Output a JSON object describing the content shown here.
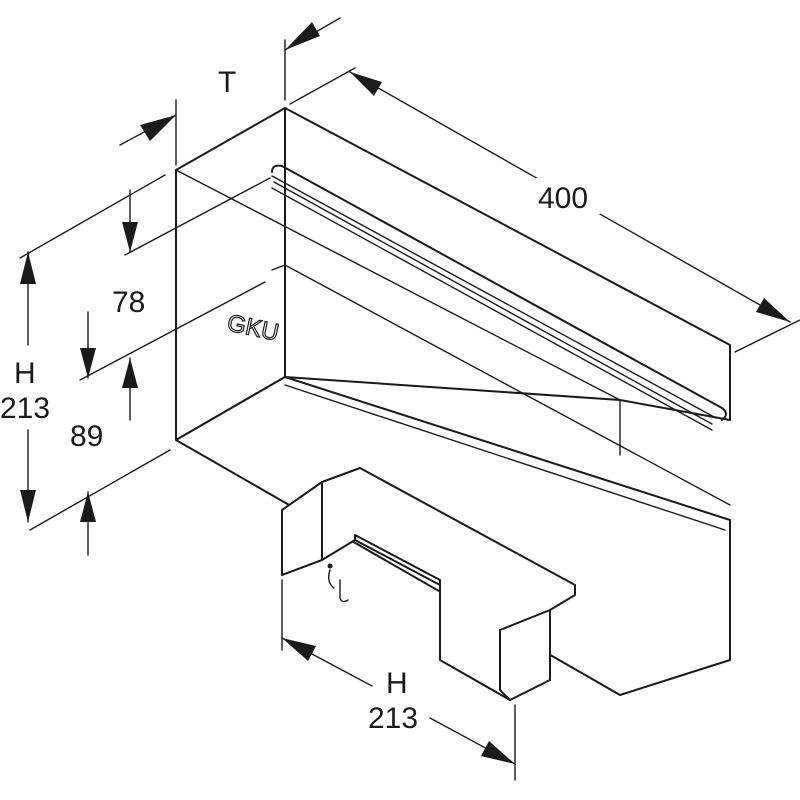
{
  "dimensions": {
    "depth_label": "T",
    "length_value": "400",
    "upper_height_value": "78",
    "lower_height_value": "89",
    "height_label_left": "H",
    "height_value_left": "213",
    "height_label_bottom": "H",
    "height_value_bottom": "213"
  },
  "brand_mark": "GKU"
}
